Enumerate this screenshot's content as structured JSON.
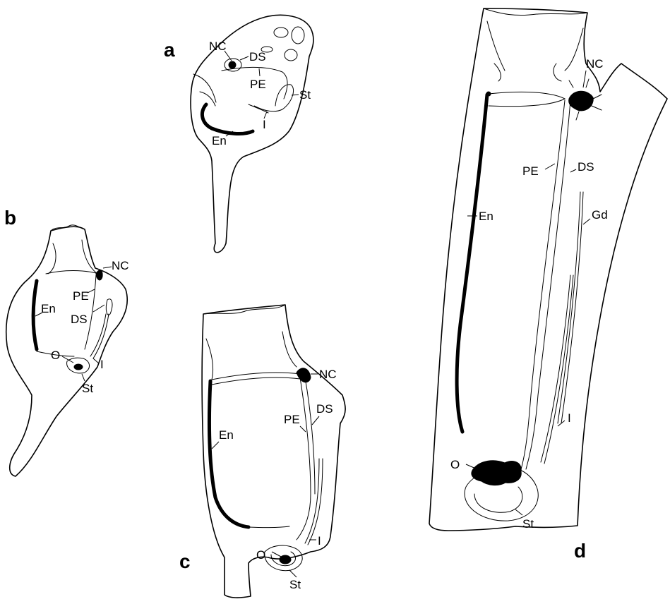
{
  "panels": {
    "a": {
      "letter": "a",
      "labels": {
        "nc": "NC",
        "ds": "DS",
        "pe": "PE",
        "st": "St",
        "i": "I",
        "en": "En"
      }
    },
    "b": {
      "letter": "b",
      "labels": {
        "nc": "NC",
        "pe": "PE",
        "ds": "DS",
        "en": "En",
        "o": "O",
        "i": "I",
        "st": "St"
      }
    },
    "c": {
      "letter": "c",
      "labels": {
        "nc": "NC",
        "pe": "PE",
        "ds": "DS",
        "en": "En",
        "o": "O",
        "i": "I",
        "st": "St"
      }
    },
    "d": {
      "letter": "d",
      "labels": {
        "nc": "NC",
        "pe": "PE",
        "ds": "DS",
        "gd": "Gd",
        "en": "En",
        "i": "I",
        "o": "O",
        "st": "St"
      }
    }
  }
}
